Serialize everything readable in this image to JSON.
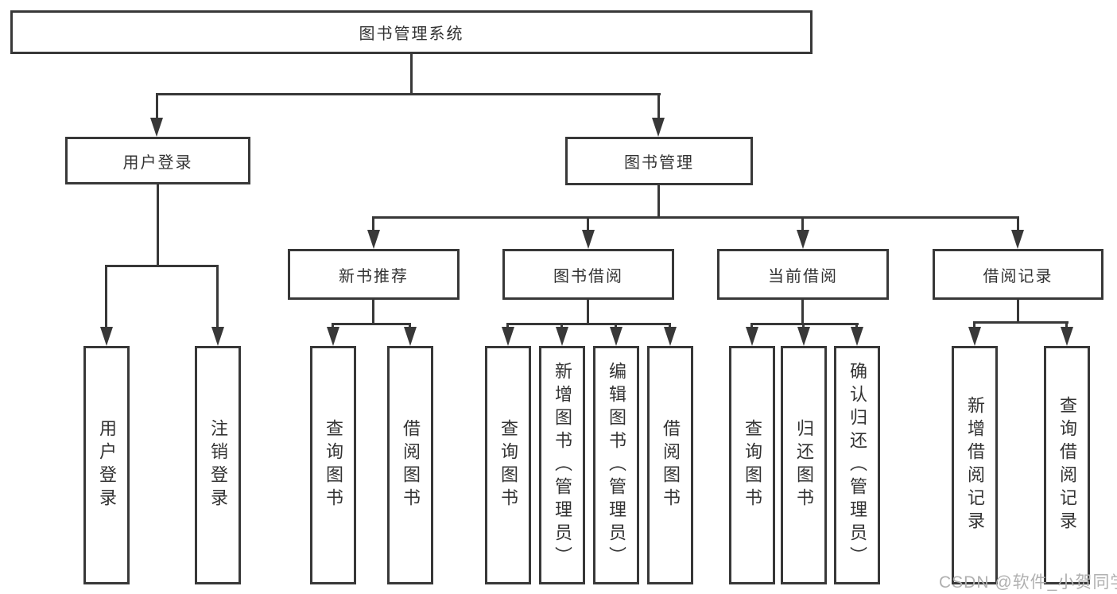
{
  "watermark": {
    "text": "CSDN @软件_小贺同学"
  },
  "colors": {
    "line": "#383838",
    "box_border": "#383838",
    "text": "#333333",
    "watermark": "#b0b0b0",
    "background": "#ffffff"
  },
  "tree": {
    "root": {
      "label": "图书管理系统"
    },
    "level2": [
      {
        "label": "用户登录",
        "children": [
          {
            "label": "用户登录"
          },
          {
            "label": "注销登录"
          }
        ]
      },
      {
        "label": "图书管理",
        "children": [
          {
            "label": "新书推荐",
            "children": [
              {
                "label": "查询图书"
              },
              {
                "label": "借阅图书"
              }
            ]
          },
          {
            "label": "图书借阅",
            "children": [
              {
                "label": "查询图书"
              },
              {
                "label": "新增图书（管理员）"
              },
              {
                "label": "编辑图书（管理员）"
              },
              {
                "label": "借阅图书"
              }
            ]
          },
          {
            "label": "当前借阅",
            "children": [
              {
                "label": "查询图书"
              },
              {
                "label": "归还图书"
              },
              {
                "label": "确认归还（管理员）"
              }
            ]
          },
          {
            "label": "借阅记录",
            "children": [
              {
                "label": "新增借阅记录"
              },
              {
                "label": "查询借阅记录"
              }
            ]
          }
        ]
      }
    ]
  }
}
